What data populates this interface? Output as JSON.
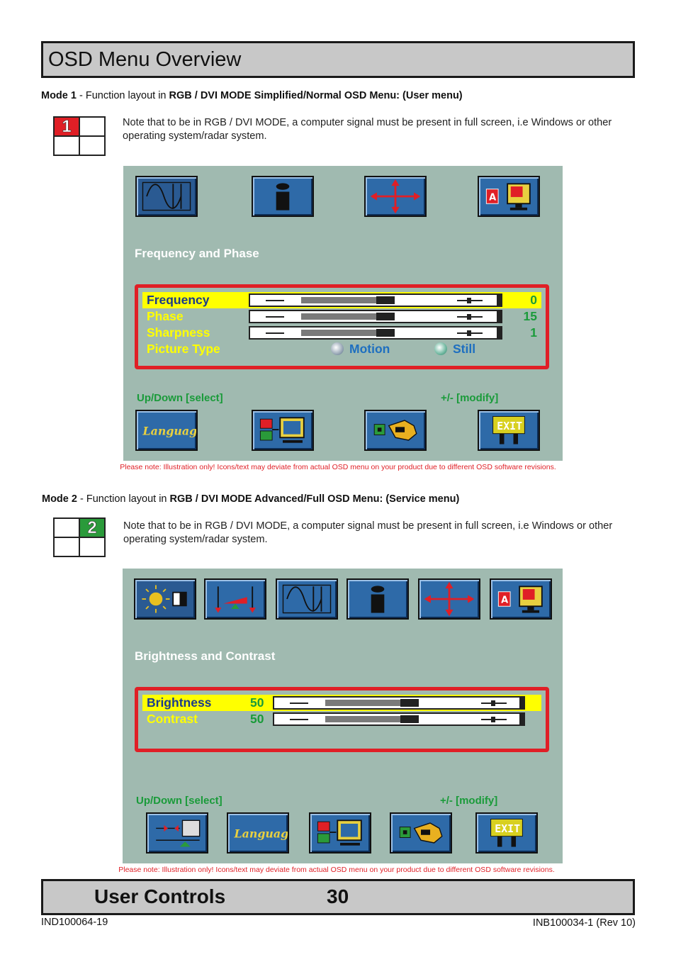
{
  "page_title": "OSD Menu Overview",
  "mode1": {
    "label_bold": "Mode 1",
    "label_text": " - Function layout in ",
    "label_bold2": "RGB / DVI MODE Simplified/Normal OSD Menu: (User menu)",
    "grid_number": "1",
    "note": "Note that to be in RGB / DVI MODE, a computer signal must be present in full screen, i.e Windows or other operating system/radar system.",
    "top_icons": [
      "frequency-phase-icon",
      "info-icon",
      "position-arrows-icon",
      "osd-settings-icon"
    ],
    "section_title": "Frequency and Phase",
    "rows": [
      {
        "label": "Frequency",
        "value": "0"
      },
      {
        "label": "Phase",
        "value": "15"
      },
      {
        "label": "Sharpness",
        "value": "1"
      }
    ],
    "picture_type": {
      "label": "Picture Type",
      "option1": "Motion",
      "option2": "Still"
    },
    "hint_left": "Up/Down [select]",
    "hint_right": "+/- [modify]",
    "bottom_icons": [
      "language-icon",
      "input-source-icon",
      "tools-icon",
      "exit-icon"
    ],
    "language_text": "Language",
    "exit_text": "EXIT"
  },
  "mode2": {
    "label_bold": "Mode 2",
    "label_text": " - Function layout in ",
    "label_bold2": "RGB / DVI MODE Advanced/Full OSD Menu: (Service menu)",
    "grid_number": "2",
    "note": "Note that to be in RGB / DVI MODE, a computer signal must be present in full screen, i.e Windows or other operating system/radar system.",
    "top_icons": [
      "brightness-contrast-icon",
      "color-icon",
      "frequency-phase-icon",
      "info-icon",
      "position-arrows-icon",
      "osd-settings-icon"
    ],
    "section_title": "Brightness and Contrast",
    "rows": [
      {
        "label": "Brightness",
        "value": "50"
      },
      {
        "label": "Contrast",
        "value": "50"
      }
    ],
    "hint_left": "Up/Down [select]",
    "hint_right": "+/- [modify]",
    "bottom_icons": [
      "pip-icon",
      "language-icon",
      "input-source-icon",
      "tools-icon",
      "exit-icon"
    ],
    "language_text": "Language",
    "exit_text": "EXIT"
  },
  "disclaimer": "Please note: Illustration only! Icons/text may deviate from actual OSD menu on your product due to different OSD software revisions.",
  "footer": {
    "section": "User Controls",
    "page": "30"
  },
  "doc_code_left": "IND100064-19",
  "doc_code_right": "INB100034-1 (Rev 10)",
  "colors": {
    "osd_bg": "#a0bab0",
    "highlight": "#ffff00",
    "frame_red": "#e01f26",
    "value_green": "#1a9b3a",
    "icon_blue": "#2e6aa8"
  }
}
